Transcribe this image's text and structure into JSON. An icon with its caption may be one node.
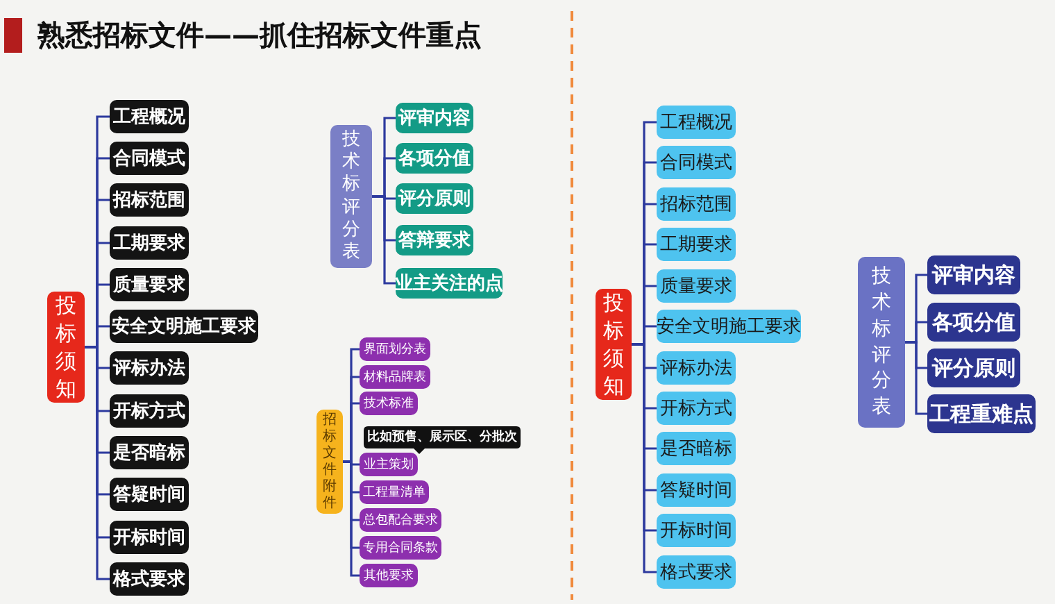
{
  "diagram": {
    "title": "熟悉招标文件——抓住招标文件重点",
    "nodes": [
      {
        "text": [
          "投标须知"
        ]
      },
      {
        "text": [
          "工程概况"
        ]
      },
      {
        "text": [
          "合同模式"
        ]
      },
      {
        "text": [
          "招标范围"
        ]
      },
      {
        "text": [
          "工期要求"
        ]
      },
      {
        "text": [
          "质量要求"
        ]
      },
      {
        "text": [
          "安全文明施工要求"
        ]
      },
      {
        "text": [
          "评标办法"
        ]
      },
      {
        "text": [
          "开标方式"
        ]
      },
      {
        "text": [
          "是否暗标"
        ]
      },
      {
        "text": [
          "答疑时间"
        ]
      },
      {
        "text": [
          "开标时间"
        ]
      },
      {
        "text": [
          "格式要求"
        ]
      },
      {
        "text": [
          "技术标评分表"
        ]
      },
      {
        "text": [
          "评审内容"
        ]
      },
      {
        "text": [
          "各项分值"
        ]
      },
      {
        "text": [
          "评分原则"
        ]
      },
      {
        "text": [
          "答辩要求"
        ]
      },
      {
        "text": [
          "业主关注的点"
        ]
      },
      {
        "text": [
          "招标文件附件"
        ]
      },
      {
        "text": [
          "界面划分表"
        ]
      },
      {
        "text": [
          "材料品牌表"
        ]
      },
      {
        "text": [
          "技术标准"
        ]
      },
      {
        "text": [
          "业主策划"
        ],
        "beside": [
          "比如预售、展示区、分批次"
        ]
      },
      {
        "text": [
          "工程量清单"
        ]
      },
      {
        "text": [
          "总包配合要求"
        ]
      },
      {
        "text": [
          "专用合同条款"
        ]
      },
      {
        "text": [
          "其他要求"
        ]
      },
      {
        "text": [
          "投标须知"
        ]
      },
      {
        "text": [
          "工程概况"
        ]
      },
      {
        "text": [
          "合同模式"
        ]
      },
      {
        "text": [
          "招标范围"
        ]
      },
      {
        "text": [
          "工期要求"
        ]
      },
      {
        "text": [
          "质量要求"
        ]
      },
      {
        "text": [
          "安全文明施工要求"
        ]
      },
      {
        "text": [
          "评标办法"
        ]
      },
      {
        "text": [
          "开标方式"
        ]
      },
      {
        "text": [
          "是否暗标"
        ]
      },
      {
        "text": [
          "答疑时间"
        ]
      },
      {
        "text": [
          "开标时间"
        ]
      },
      {
        "text": [
          "格式要求"
        ]
      },
      {
        "text": [
          "技术标评分表"
        ]
      },
      {
        "text": [
          "评审内容"
        ]
      },
      {
        "text": [
          "各项分值"
        ]
      },
      {
        "text": [
          "评分原则"
        ]
      },
      {
        "text": [
          "工程重难点"
        ]
      }
    ],
    "edges": [
      {
        "from": 0,
        "to": 1,
        "arrow": "none"
      },
      {
        "from": 0,
        "to": 2,
        "arrow": "none"
      },
      {
        "from": 0,
        "to": 3,
        "arrow": "none"
      },
      {
        "from": 0,
        "to": 4,
        "arrow": "none"
      },
      {
        "from": 0,
        "to": 5,
        "arrow": "none"
      },
      {
        "from": 0,
        "to": 6,
        "arrow": "none"
      },
      {
        "from": 0,
        "to": 7,
        "arrow": "none"
      },
      {
        "from": 0,
        "to": 8,
        "arrow": "none"
      },
      {
        "from": 0,
        "to": 9,
        "arrow": "none"
      },
      {
        "from": 0,
        "to": 10,
        "arrow": "none"
      },
      {
        "from": 0,
        "to": 11,
        "arrow": "none"
      },
      {
        "from": 0,
        "to": 12,
        "arrow": "none"
      },
      {
        "from": 13,
        "to": 14,
        "arrow": "none"
      },
      {
        "from": 13,
        "to": 15,
        "arrow": "none"
      },
      {
        "from": 13,
        "to": 16,
        "arrow": "none"
      },
      {
        "from": 13,
        "to": 17,
        "arrow": "none"
      },
      {
        "from": 13,
        "to": 18,
        "arrow": "none"
      },
      {
        "from": 19,
        "to": 20,
        "arrow": "none"
      },
      {
        "from": 19,
        "to": 21,
        "arrow": "none"
      },
      {
        "from": 19,
        "to": 22,
        "arrow": "none"
      },
      {
        "from": 19,
        "to": 23,
        "arrow": "none"
      },
      {
        "from": 19,
        "to": 24,
        "arrow": "none"
      },
      {
        "from": 19,
        "to": 25,
        "arrow": "none"
      },
      {
        "from": 19,
        "to": 26,
        "arrow": "none"
      },
      {
        "from": 19,
        "to": 27,
        "arrow": "none"
      },
      {
        "from": 28,
        "to": 29,
        "arrow": "none"
      },
      {
        "from": 28,
        "to": 30,
        "arrow": "none"
      },
      {
        "from": 28,
        "to": 31,
        "arrow": "none"
      },
      {
        "from": 28,
        "to": 32,
        "arrow": "none"
      },
      {
        "from": 28,
        "to": 33,
        "arrow": "none"
      },
      {
        "from": 28,
        "to": 34,
        "arrow": "none"
      },
      {
        "from": 28,
        "to": 35,
        "arrow": "none"
      },
      {
        "from": 28,
        "to": 36,
        "arrow": "none"
      },
      {
        "from": 28,
        "to": 37,
        "arrow": "none"
      },
      {
        "from": 28,
        "to": 38,
        "arrow": "none"
      },
      {
        "from": 28,
        "to": 39,
        "arrow": "none"
      },
      {
        "from": 28,
        "to": 40,
        "arrow": "none"
      },
      {
        "from": 41,
        "to": 42,
        "arrow": "none"
      },
      {
        "from": 41,
        "to": 43,
        "arrow": "none"
      },
      {
        "from": 41,
        "to": 44,
        "arrow": "none"
      },
      {
        "from": 41,
        "to": 45,
        "arrow": "none"
      }
    ]
  }
}
